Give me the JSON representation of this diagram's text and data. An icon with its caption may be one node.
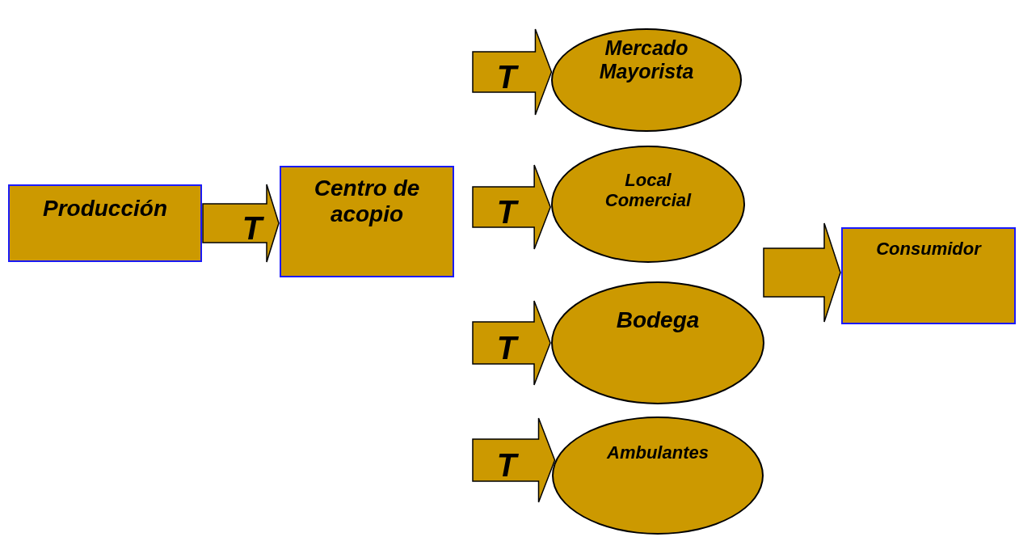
{
  "diagram": {
    "nodes": [
      {
        "text": [
          "Producción"
        ]
      },
      {
        "text": [
          "Centro de acopio"
        ]
      },
      {
        "text": [
          "Mercado Mayorista"
        ]
      },
      {
        "text": [
          "Local Comercial"
        ]
      },
      {
        "text": [
          "Bodega"
        ]
      },
      {
        "text": [
          "Ambulantes"
        ]
      },
      {
        "text": [
          "Consumidor"
        ]
      }
    ],
    "edges": [
      {
        "from": 0,
        "to": 1,
        "arrow": "to",
        "label": "T"
      },
      {
        "from": null,
        "to": 2,
        "arrow": "to",
        "label": "T"
      },
      {
        "from": null,
        "to": 3,
        "arrow": "to",
        "label": "T"
      },
      {
        "from": null,
        "to": 4,
        "arrow": "to",
        "label": "T"
      },
      {
        "from": null,
        "to": 5,
        "arrow": "to",
        "label": "T"
      },
      {
        "from": null,
        "to": 6,
        "arrow": "to"
      }
    ]
  }
}
